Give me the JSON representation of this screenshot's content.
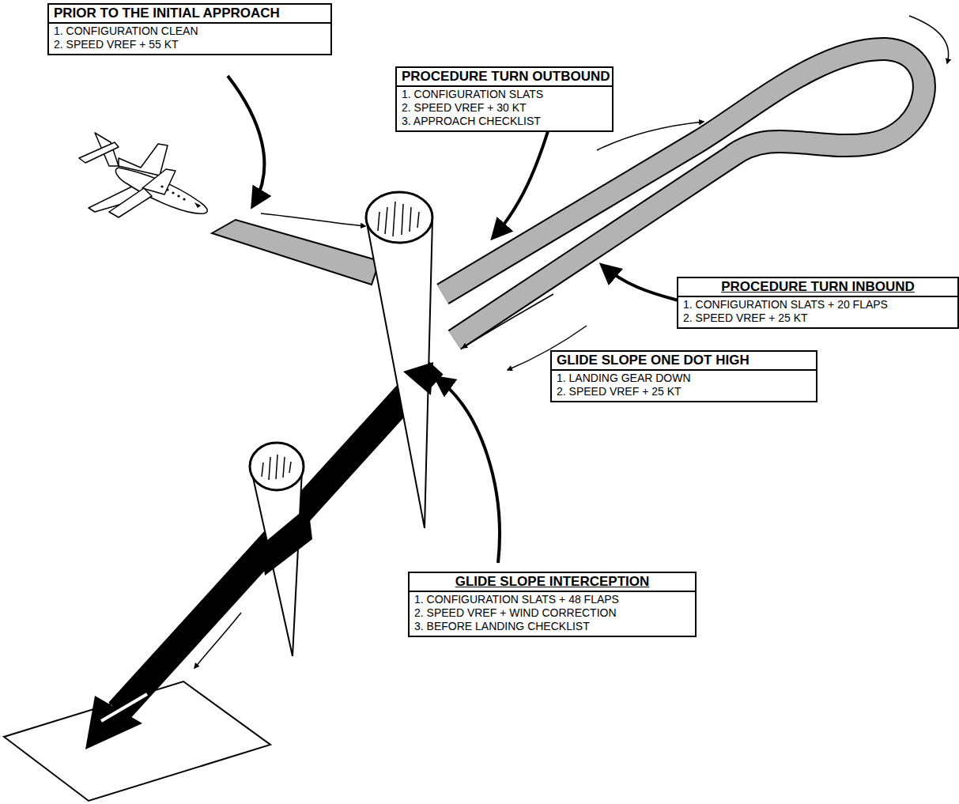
{
  "diagram": {
    "nodes": [
      {
        "text": [
          "PRIOR TO THE INITIAL APPROACH",
          "1. CONFIGURATION CLEAN",
          "2. SPEED VREF + 55 KT"
        ]
      },
      {
        "text": [
          "PROCEDURE TURN OUTBOUND",
          "1. CONFIGURATION SLATS",
          "2. SPEED VREF + 30 KT",
          "3. APPROACH CHECKLIST"
        ]
      },
      {
        "text": [
          "PROCEDURE TURN INBOUND",
          "1. CONFIGURATION SLATS + 20 FLAPS",
          "2. SPEED VREF + 25 KT"
        ]
      },
      {
        "text": [
          "GLIDE SLOPE ONE DOT HIGH",
          "1. LANDING GEAR DOWN",
          "2. SPEED VREF + 25 KT"
        ]
      },
      {
        "text": [
          "GLIDE SLOPE INTERCEPTION",
          "1. CONFIGURATION SLATS + 48 FLAPS",
          "2. SPEED VREF + WIND CORRECTION",
          "3. BEFORE LANDING CHECKLIST"
        ]
      }
    ],
    "edges": []
  }
}
